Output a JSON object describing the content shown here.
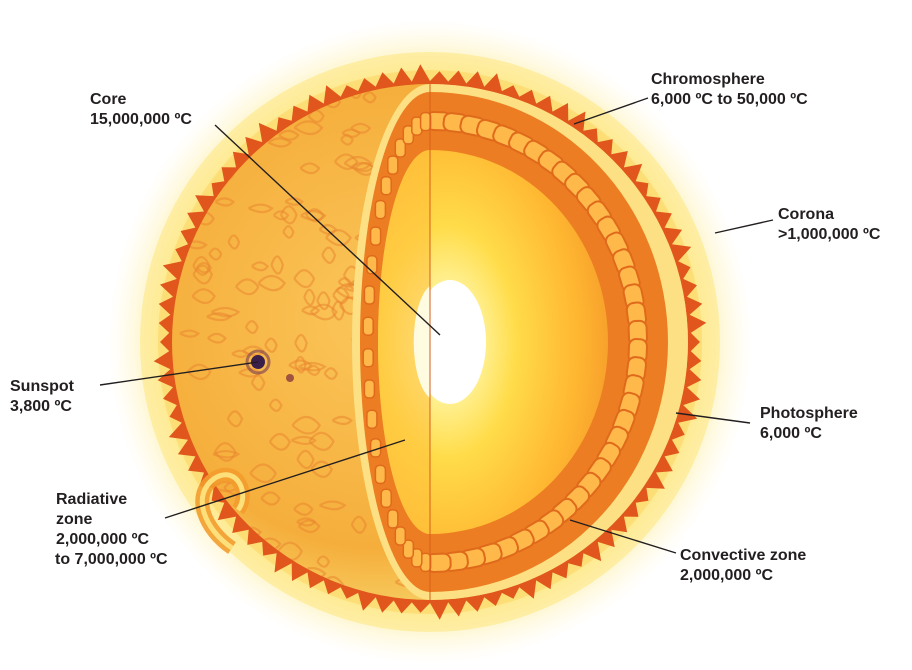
{
  "colors": {
    "corona": "#fdf3a6",
    "corona_edge": "#ffe36a",
    "flare": "#e0561c",
    "photosphere": "#f7b93c",
    "surface_pattern": "#e9862f",
    "chromosphere_rim": "#ffd65a",
    "convective": "#f08a24",
    "convective_cell": "#ffb84a",
    "radiative": "#ffc23f",
    "core": "#ffffff",
    "sunspot": "#3a1f4a",
    "leader_line": "#231f20",
    "text": "#231f20"
  },
  "labels": {
    "core": {
      "name": "Core",
      "temp": "15,000,000 ºC"
    },
    "chromosphere": {
      "name": "Chromosphere",
      "temp": "6,000 ºC to 50,000 ºC"
    },
    "corona": {
      "name": "Corona",
      "temp": ">1,000,000 ºC"
    },
    "sunspot": {
      "name": "Sunspot",
      "temp": "3,800 ºC"
    },
    "photosphere": {
      "name": "Photosphere",
      "temp": "6,000 ºC"
    },
    "radiative": {
      "line1": "Radiative",
      "line2": "zone",
      "line3": "2,000,000 ºC",
      "line4": "to 7,000,000 ºC"
    },
    "convective": {
      "name": "Convective zone",
      "temp": "2,000,000 ºC"
    }
  }
}
